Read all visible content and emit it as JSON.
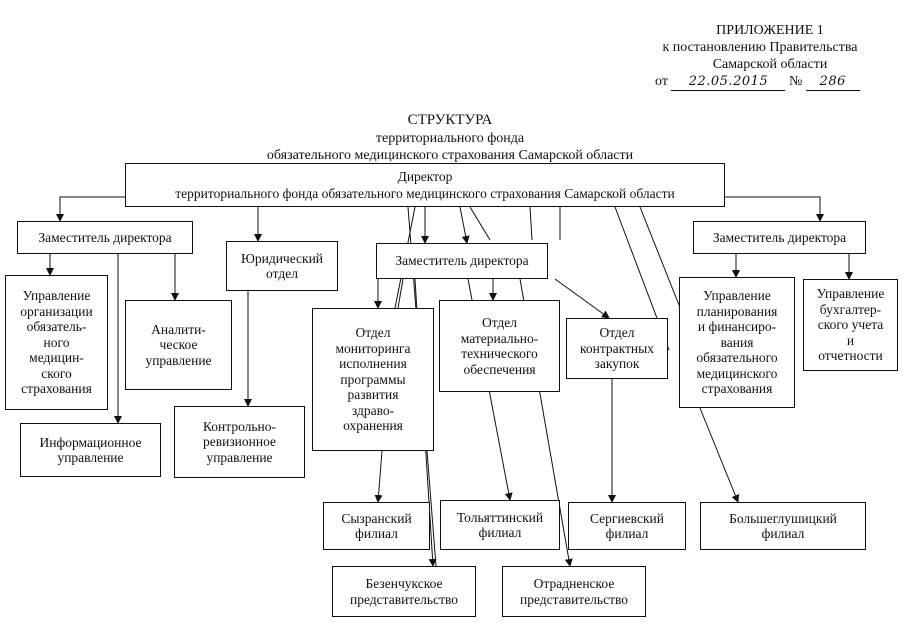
{
  "appendix": {
    "title": "ПРИЛОЖЕНИЕ 1",
    "line1": "к постановлению Правительства",
    "line2": "Самарской области",
    "from": "от",
    "date": "22.05.2015",
    "no": "№",
    "number": "286"
  },
  "structure": {
    "title": "СТРУКТУРА",
    "sub1": "территориального фонда",
    "sub2": "обязательного медицинского страхования Самарской области"
  },
  "boxes": {
    "director_1": "Директор",
    "director_2": "территориального фонда обязательного медицинского страхования Самарской области",
    "deputy_left": "Заместитель директора",
    "legal": "Юридический\nотдел",
    "deputy_center": "Заместитель директора",
    "deputy_right": "Заместитель директора",
    "oms_org": "Управление\nорганизации\nобязатель-\nного\nмедицин-\nского\nстрахования",
    "analytic": "Аналити-\nческое\nуправление",
    "monitoring": "Отдел\nмониторинга\nисполнения\nпрограммы\nразвития\nздраво-\nохранения",
    "logistics": "Отдел\nматериально-\nтехнического\nобеспечения",
    "procurement": "Отдел\nконтрактных\nзакупок",
    "planning": "Управление\nпланирования\nи финансиро-\nвания\nобязательного\nмедицинского\nстрахования",
    "accounting": "Управление\nбухгалтер-\nского учета\nи\nотчетности",
    "info": "Информационное\nуправление",
    "audit": "Контрольно-\nревизионное\nуправление",
    "syzran": "Сызранский\nфилиал",
    "tolyatti": "Тольяттинский\nфилиал",
    "sergievsk": "Сергиевский\nфилиал",
    "bglush": "Большеглушицкий\nфилиал",
    "bezench": "Безенчукское\nпредставительство",
    "otradny": "Отрадненское\nпредставительство"
  }
}
